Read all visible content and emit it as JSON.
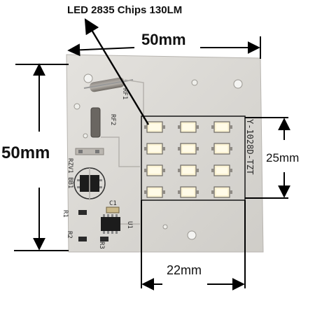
{
  "callout": {
    "led_spec": "LED 2835 Chips 130LM"
  },
  "dimensions": {
    "board_width": "50mm",
    "board_height": "50mm",
    "array_height": "25mm",
    "array_width": "22mm"
  },
  "silkscreen": {
    "rf1": "RF1",
    "rf2": "RF2",
    "part_no": "Y-1028D-TZT",
    "bridge": "RZV1 BB1",
    "c1": "C1",
    "r1": "R1",
    "r2": "R2",
    "r3": "R3",
    "u1": "U1"
  },
  "led_array": {
    "rows": 4,
    "columns": 3
  },
  "colors": {
    "board": "#d8d6d2",
    "led": "#fbf3d4",
    "arrow": "#000000",
    "silkscreen": "#2b2b2b"
  }
}
